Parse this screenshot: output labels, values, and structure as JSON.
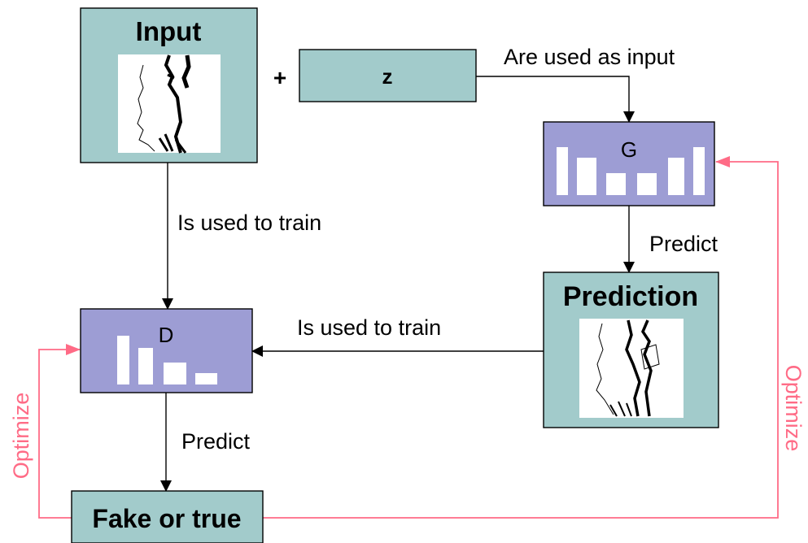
{
  "nodes": {
    "input": {
      "title": "Input"
    },
    "z": {
      "label": "z"
    },
    "plus": {
      "label": "+"
    },
    "generator": {
      "label": "G"
    },
    "prediction": {
      "title": "Prediction"
    },
    "discriminator": {
      "label": "D"
    },
    "result": {
      "label": "Fake or true"
    }
  },
  "edges": {
    "z_to_g": "Are used as input",
    "input_to_d": "Is used to train",
    "g_to_prediction": "Predict",
    "prediction_to_d": "Is used to train",
    "d_to_result": "Predict",
    "optimize_left": "Optimize",
    "optimize_right": "Optimize"
  },
  "colors": {
    "teal_box": "#a2cbcb",
    "purple_box": "#9d9dd4",
    "optimize_line": "#ff6b86",
    "arrow": "#000000"
  }
}
